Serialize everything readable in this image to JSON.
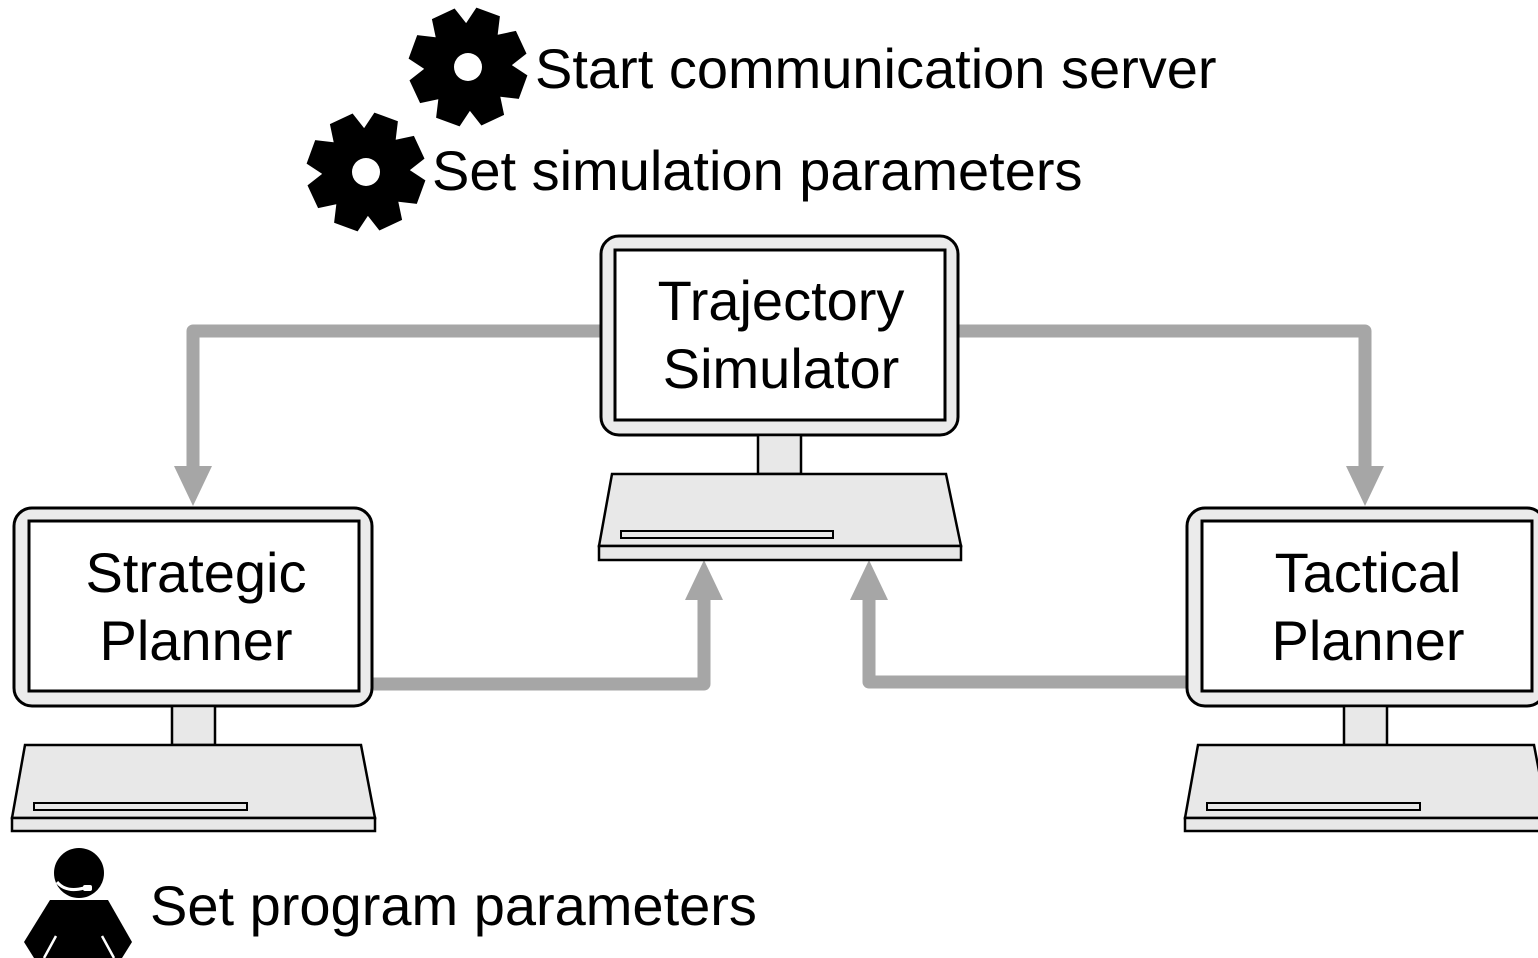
{
  "colors": {
    "background": "#ffffff",
    "outline": "#000000",
    "screen_frame": "#ebebeb",
    "computer_body": "#e8e8e8",
    "connector": "#a6a6a6",
    "icon": "#000000"
  },
  "captions": {
    "start_server": "Start communication server",
    "set_simulation": "Set simulation parameters",
    "set_program": "Set program parameters"
  },
  "icons": {
    "start_server": "gear-icon",
    "set_simulation": "gear-icon",
    "set_program": "operator-headset-icon"
  },
  "computers": {
    "trajectory_simulator": {
      "line1": "Trajectory",
      "line2": "Simulator"
    },
    "strategic_planner": {
      "line1": "Strategic",
      "line2": "Planner"
    },
    "tactical_planner": {
      "line1": "Tactical",
      "line2": "Planner"
    }
  },
  "connections": [
    {
      "from": "Trajectory Simulator",
      "to": "Strategic Planner"
    },
    {
      "from": "Trajectory Simulator",
      "to": "Tactical Planner"
    },
    {
      "from": "Strategic Planner",
      "to": "Trajectory Simulator"
    },
    {
      "from": "Tactical Planner",
      "to": "Trajectory Simulator"
    }
  ]
}
